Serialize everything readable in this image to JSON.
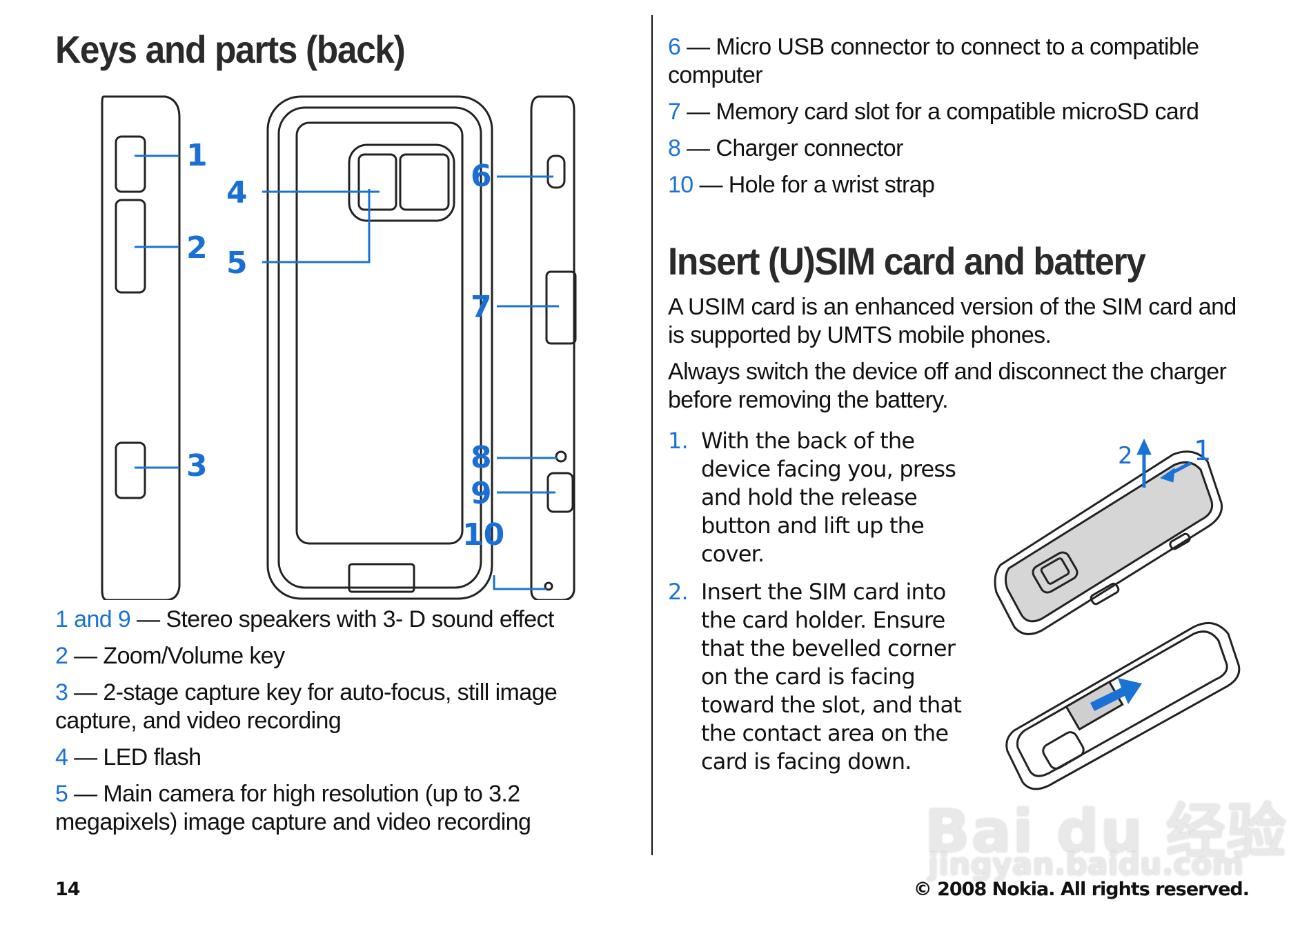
{
  "left": {
    "heading": "Keys and parts (back)",
    "figure_callouts": [
      "1",
      "2",
      "3",
      "4",
      "5",
      "6",
      "7",
      "8",
      "9",
      "10"
    ],
    "legend": [
      {
        "num": "1 and 9",
        "text": " — Stereo speakers with 3- D sound effect"
      },
      {
        "num": "2",
        "text": " — Zoom/Volume key"
      },
      {
        "num": "3",
        "text": " — 2-stage capture key for auto-focus, still image capture, and video recording"
      },
      {
        "num": "4",
        "text": " — LED flash"
      },
      {
        "num": "5",
        "text": " — Main camera for high resolution (up to 3.2 megapixels) image capture and video recording"
      }
    ]
  },
  "right": {
    "legend": [
      {
        "num": "6",
        "text": " — Micro USB connector to connect to a compatible computer"
      },
      {
        "num": "7",
        "text": " — Memory card slot for a compatible microSD card"
      },
      {
        "num": "8",
        "text": " — Charger connector"
      },
      {
        "num": "10",
        "text": " — Hole for a wrist strap"
      }
    ],
    "heading": "Insert (U)SIM card and battery",
    "intro": [
      "A USIM card is an enhanced version of the SIM card and is supported by UMTS mobile phones.",
      "Always switch the device off and disconnect the charger before removing the battery."
    ],
    "steps": [
      {
        "idx": "1.",
        "text": "With the back of the device facing you, press and hold the release button and lift up the cover."
      },
      {
        "idx": "2.",
        "text": "Insert the SIM card into the card holder. Ensure that the bevelled corner on the card is facing toward the slot, and that the contact area on the card is facing down."
      }
    ],
    "figure_callouts": [
      "1",
      "2"
    ]
  },
  "footer": {
    "page_number": "14",
    "copyright": "© 2008 Nokia. All rights reserved."
  },
  "watermark": {
    "brand": "Bai du 经验",
    "url": "jingyan.baidu.com"
  },
  "colors": {
    "accent_blue": "#1a73d4",
    "text": "#111111",
    "heading": "#2a2a2a"
  }
}
